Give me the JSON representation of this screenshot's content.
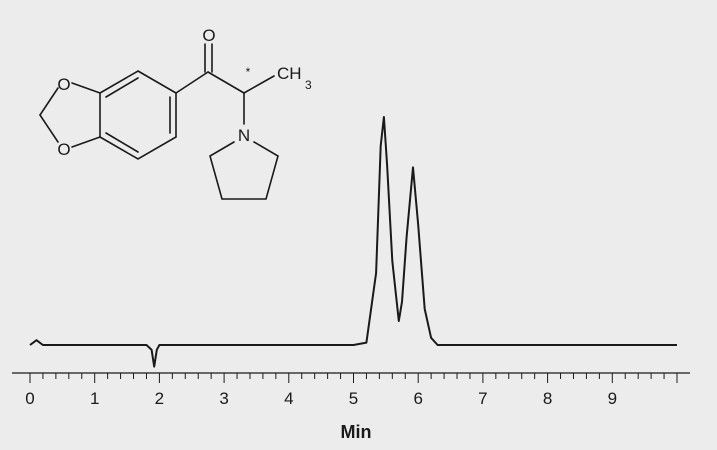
{
  "chart_data": {
    "type": "line",
    "title": "",
    "xlabel": "Min",
    "ylabel": "",
    "xlim": [
      -0.05,
      10.05
    ],
    "ylim": [
      0,
      1.0
    ],
    "x_ticks": [
      0,
      1,
      2,
      3,
      4,
      5,
      6,
      7,
      8,
      9
    ],
    "minor_tick_step": 0.2,
    "grid": false,
    "legend": "none",
    "line_color": "#1a1a1a",
    "series": [
      {
        "x": [
          0.0,
          0.1,
          0.2,
          0.5,
          1.0,
          1.5,
          1.8,
          1.88,
          1.92,
          1.96,
          2.0,
          2.5,
          3.0,
          4.0,
          5.0,
          5.2,
          5.35,
          5.42,
          5.47,
          5.52,
          5.6,
          5.7,
          5.75,
          5.82,
          5.92,
          6.0,
          6.1,
          6.2,
          6.3,
          6.5,
          7.0,
          8.0,
          9.0,
          10.0
        ],
        "y": [
          0.0,
          0.02,
          0.0,
          0.0,
          0.0,
          0.0,
          0.0,
          -0.02,
          -0.09,
          -0.02,
          0.0,
          0.0,
          0.0,
          0.0,
          0.0,
          0.01,
          0.3,
          0.83,
          0.95,
          0.75,
          0.35,
          0.1,
          0.18,
          0.45,
          0.74,
          0.5,
          0.15,
          0.03,
          0.0,
          0.0,
          0.0,
          0.0,
          0.0,
          0.0
        ]
      }
    ]
  },
  "structure": {
    "atoms": {
      "oxygen_ketone": "O",
      "oxygen_ring_upper": "O",
      "oxygen_ring_lower": "O",
      "chiral_marker": "*",
      "methyl_c": "CH",
      "methyl_sub": "3",
      "nitrogen": "N"
    }
  }
}
